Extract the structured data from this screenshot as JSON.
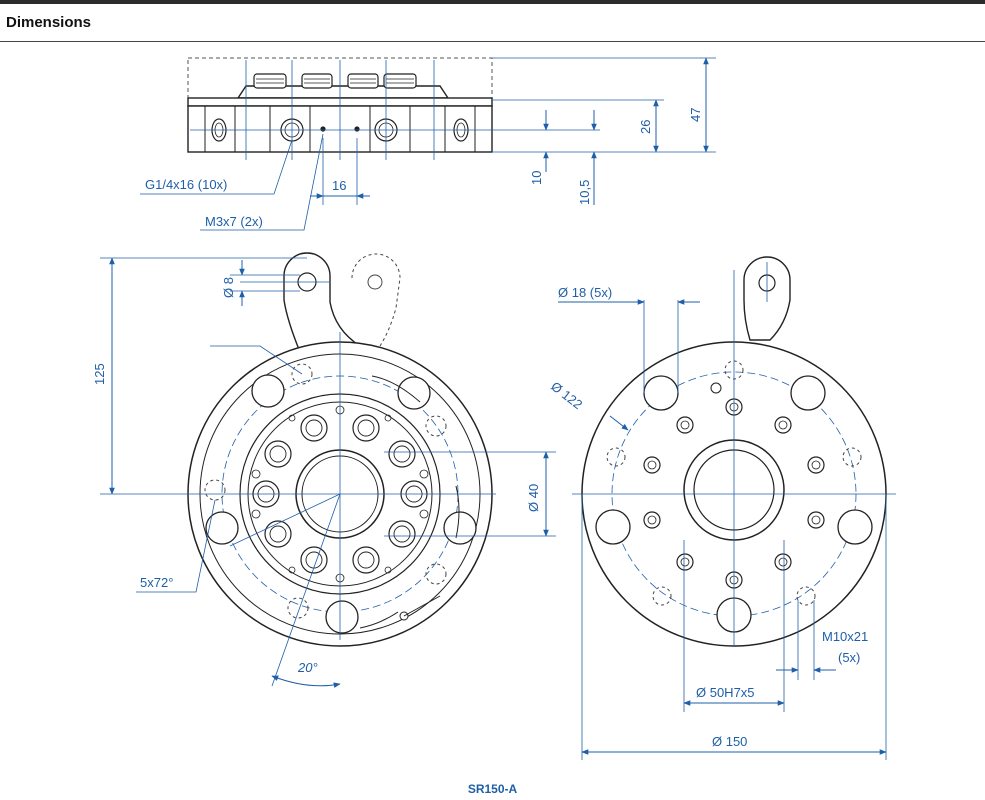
{
  "header": {
    "title": "Dimensions"
  },
  "colors": {
    "dimension": "#1f5fa8",
    "outline": "#222222",
    "header_rule": "#2b2b2b"
  },
  "side_view": {
    "thread_callout": "G1/4x16 (10x)",
    "screw_callout": "M3x7 (2x)",
    "width_16": "16",
    "height_47": "47",
    "height_26": "26",
    "height_10": "10",
    "height_10_5": "10,5"
  },
  "left_view": {
    "dia_8": "Ø 8",
    "dist_125": "125",
    "dia_40": "Ø 40",
    "pattern": "5x72°",
    "angle_20": "20°"
  },
  "right_view": {
    "dia_18": "Ø 18 (5x)",
    "dia_122": "Ø 122",
    "thread_m10": "M10x21",
    "thread_m10_count": "(5x)",
    "dia_50": "Ø 50H7x5",
    "dia_150": "Ø 150"
  },
  "caption": "SR150-A"
}
